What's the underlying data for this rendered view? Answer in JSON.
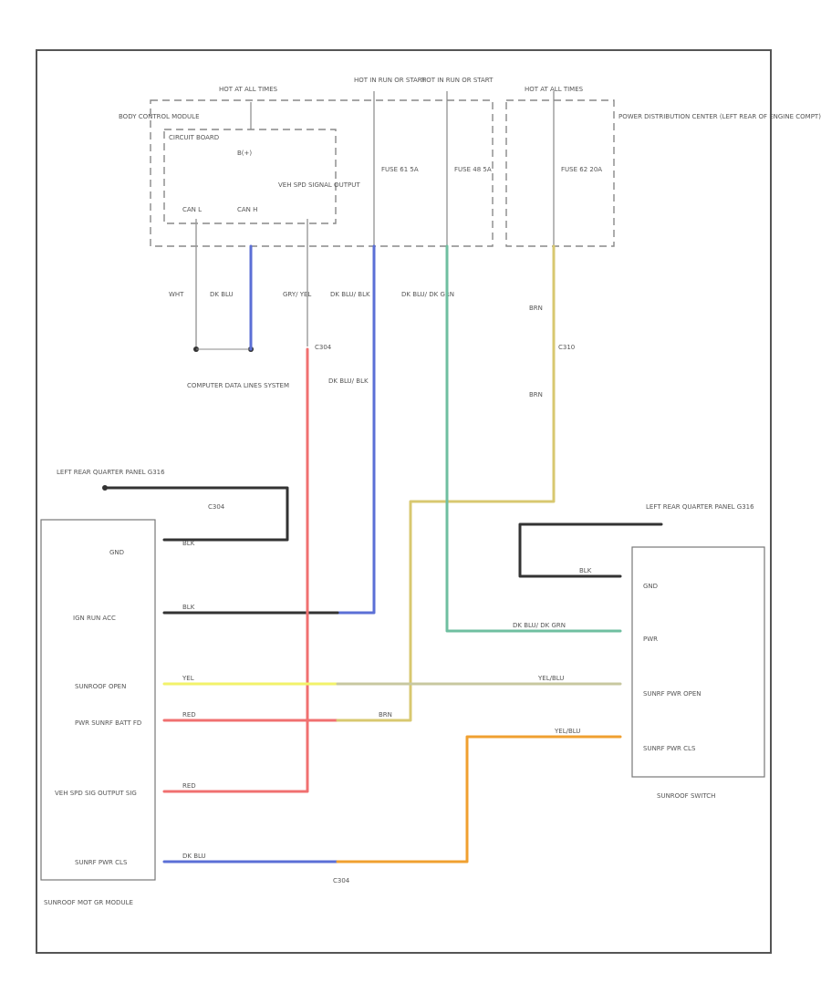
{
  "modules": {
    "bcm": "BODY CONTROL MODULE",
    "circuit_board": "CIRCUIT BOARD",
    "bus": "B(+)",
    "pdc": "POWER DISTRIBUTION CENTER (LEFT REAR OF ENGINE COMPT)",
    "sunroof_module": "SUNROOF MOT GR MODULE",
    "sunroof_switch": "SUNROOF SWITCH",
    "data_system": "COMPUTER DATA LINES SYSTEM"
  },
  "power": {
    "hot1": "HOT AT ALL TIMES",
    "hot2": "HOT IN RUN OR START",
    "hot3": "HOT IN RUN OR START",
    "hot4": "HOT AT ALL TIMES"
  },
  "fuses": {
    "f1": "FUSE 61 5A",
    "f2": "FUSE 48 5A",
    "f3": "FUSE 62 20A"
  },
  "bcm_pins": {
    "can_l": "CAN L",
    "can_h": "CAN H",
    "vsp": "VEH SPD SIGNAL OUTPUT"
  },
  "grounds": {
    "g1": "LEFT REAR QUARTER PANEL G316",
    "g2": "LEFT REAR QUARTER PANEL G316"
  },
  "module_pins": {
    "gnd": "GND",
    "ign": "IGN RUN ACC",
    "open": "SUNROOF OPEN",
    "batt": "PWR SUNRF BATT FD",
    "vsp": "VEH SPD SIG OUTPUT SIG",
    "close": "SUNRF PWR CLS"
  },
  "switch_pins": {
    "gnd": "GND",
    "pwr": "PWR",
    "open": "SUNRF PWR OPEN",
    "close": "SUNRF PWR CLS"
  },
  "wire_labels": {
    "dk_blu_blk": "DK BLU/ BLK",
    "dk_blu_dk_grn": "DK BLU/ DK GRN",
    "brn": "BRN",
    "yel_blu": "YEL/BLU",
    "yel": "YEL",
    "red": "RED",
    "blk": "BLK",
    "dk_blu": "DK BLU",
    "wht": "WHT",
    "gry_yel": "GRY/ YEL"
  },
  "connectors": {
    "c304": "C304",
    "c310": "C310"
  },
  "colors": {
    "blue": "#5b6fd6",
    "red": "#f07070",
    "yellow": "#f2f26a",
    "tan": "#d8c870",
    "green": "#6fbfa0",
    "orange": "#f0a030",
    "black": "#333333",
    "gray": "#9a9a9a"
  }
}
